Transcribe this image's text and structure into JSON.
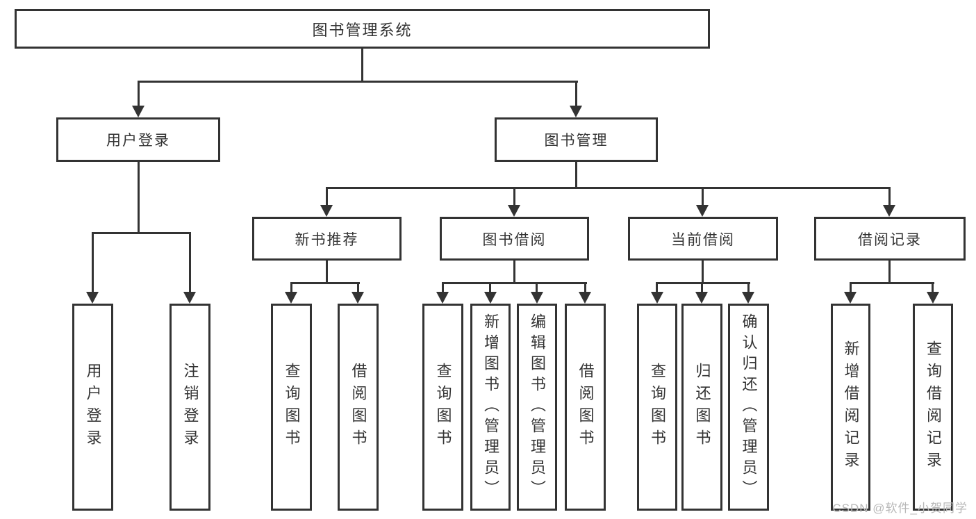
{
  "diagram": {
    "root_label": "图书管理系统",
    "branches": [
      {
        "label": "用户登录",
        "children": [
          {
            "label": "用户登录"
          },
          {
            "label": "注销登录"
          }
        ]
      },
      {
        "label": "图书管理",
        "children": [
          {
            "label": "新书推荐",
            "children": [
              {
                "label": "查询图书"
              },
              {
                "label": "借阅图书"
              }
            ]
          },
          {
            "label": "图书借阅",
            "children": [
              {
                "label": "查询图书"
              },
              {
                "label": "新增图书（管理员）"
              },
              {
                "label": "编辑图书（管理员）"
              },
              {
                "label": "借阅图书"
              }
            ]
          },
          {
            "label": "当前借阅",
            "children": [
              {
                "label": "查询图书"
              },
              {
                "label": "归还图书"
              },
              {
                "label": "确认归还（管理员）"
              }
            ]
          },
          {
            "label": "借阅记录",
            "children": [
              {
                "label": "新增借阅记录"
              },
              {
                "label": "查询借阅记录"
              }
            ]
          }
        ]
      }
    ],
    "watermark": "CSDN @软件_小贺同学",
    "colors": {
      "line": "#333333",
      "text": "#333333",
      "watermark": "#b8b8b8",
      "background": "#ffffff"
    }
  }
}
